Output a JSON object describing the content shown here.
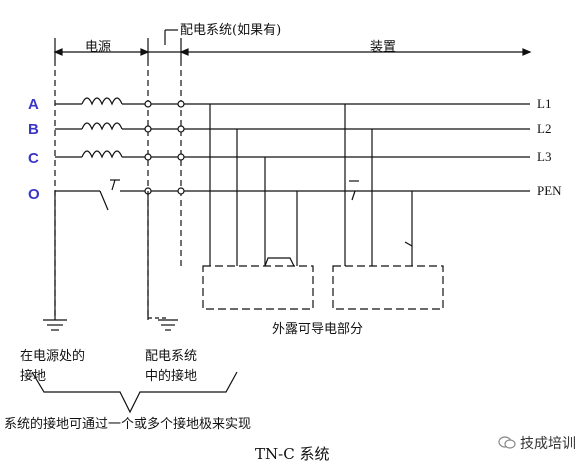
{
  "labels": {
    "power_source": "电源",
    "distribution_system": "配电系统(如果有)",
    "installation": "装置",
    "exposed_conductive": "外露可导电部分",
    "source_earth_1": "在电源处的",
    "source_earth_2": "接地",
    "dist_earth_1": "配电系统",
    "dist_earth_2": "中的接地",
    "note": "系统的接地可通过一个或多个接地极来实现",
    "caption": "TN-C 系统"
  },
  "phases": [
    "A",
    "B",
    "C",
    "O"
  ],
  "lines": [
    "L1",
    "L2",
    "L3",
    "PEN"
  ],
  "watermark": "技成培训",
  "colors": {
    "phase_label": "#3a36c8",
    "line": "#111111"
  }
}
